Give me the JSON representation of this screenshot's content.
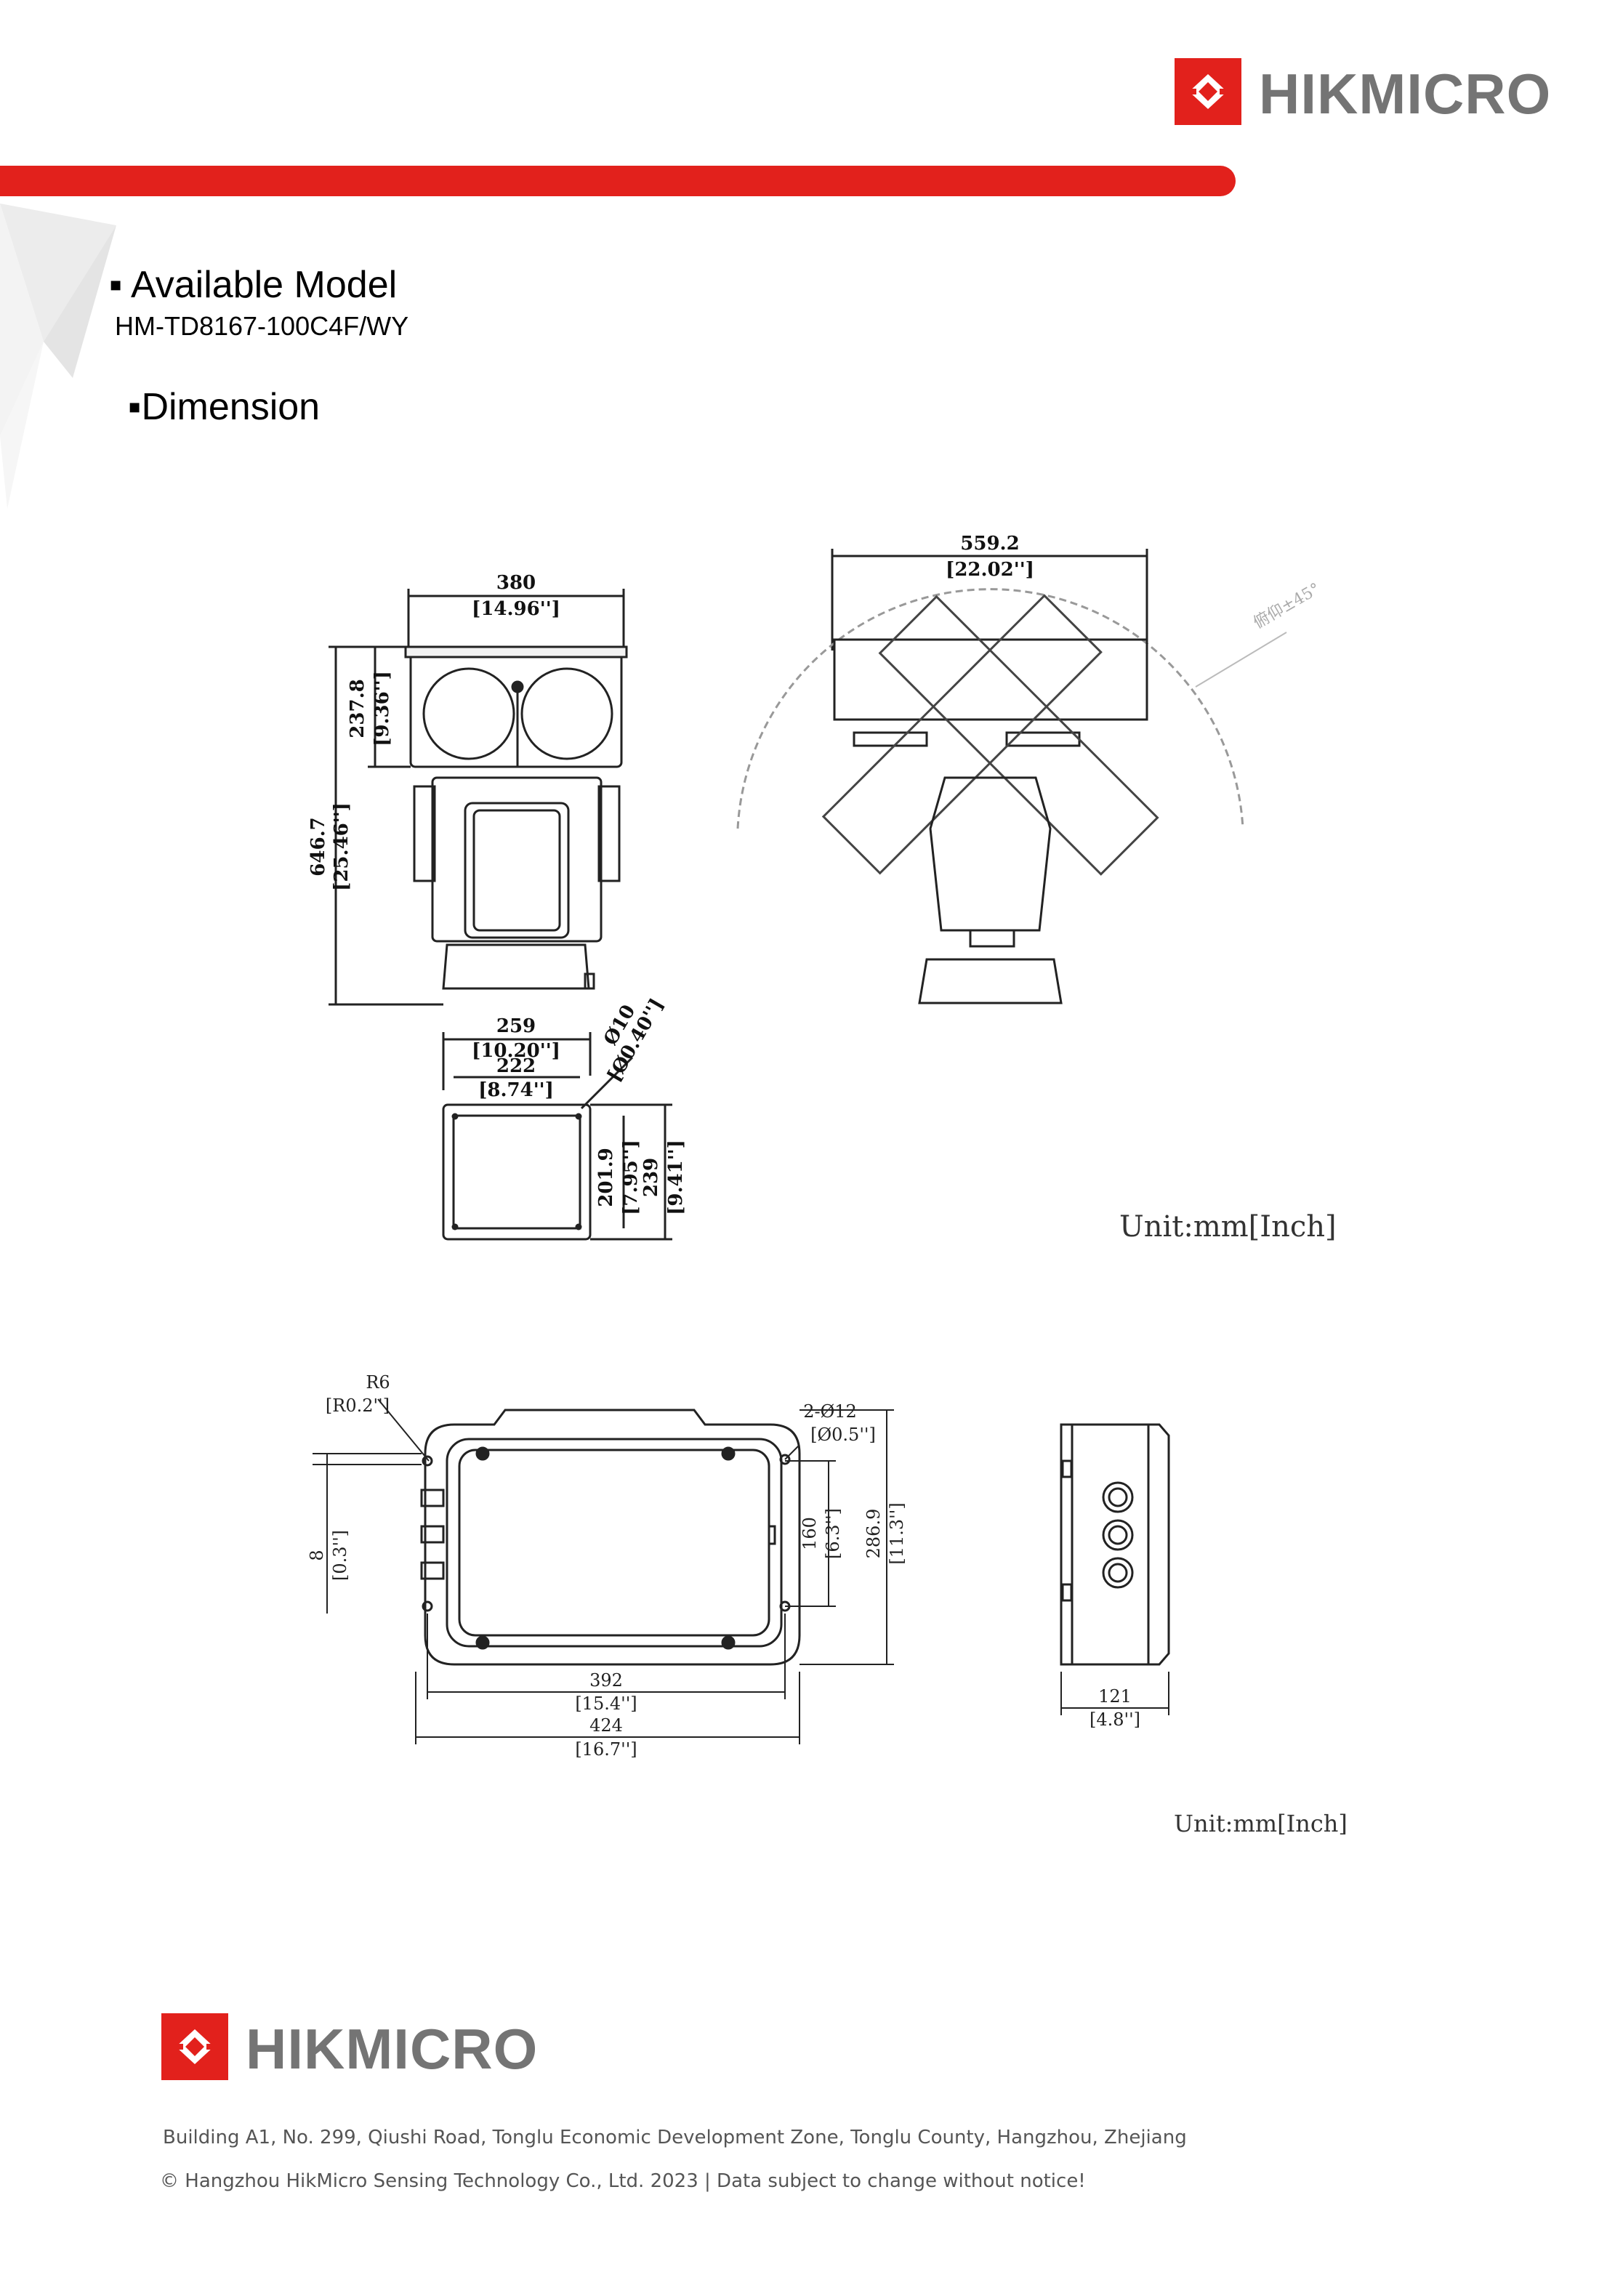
{
  "header": {
    "brand": "HIKMICRO",
    "accent_color": "#e2211c",
    "logo_text_color": "#747474"
  },
  "section": {
    "available_model_heading": "Available Model",
    "model_name": "HM-TD8167-100C4F/WY",
    "dimension_heading": "Dimension"
  },
  "drawing1": {
    "front_width": "380",
    "front_width_in": "[14.96'']",
    "housing_height": "237.8",
    "housing_height_in": "[9.36'']",
    "total_height": "646.7",
    "total_height_in": "[25.46'']",
    "side_width": "559.2",
    "side_width_in": "[22.02'']",
    "tilt_note": "俯仰±45°",
    "base_width": "259",
    "base_width_in": "[10.20'']",
    "base_hole_spacing": "222",
    "base_hole_spacing_in": "[8.74'']",
    "hole_dia": "Ø10",
    "hole_dia_in": "[Ø0.40'']",
    "base_depth_holes": "201.9",
    "base_depth_holes_in": "[7.95'']",
    "base_depth": "239",
    "base_depth_in": "[9.41'']",
    "unit": "Unit:mm[Inch]"
  },
  "drawing2": {
    "radius": "R6",
    "radius_in": "[R0.2'']",
    "mount_holes": "2-Ø12",
    "mount_holes_in": "[Ø0.5'']",
    "small_dim": "8",
    "small_dim_in": "[0.3'']",
    "hole_spacing_v": "160",
    "hole_spacing_v_in": "[6.3'']",
    "height": "286.9",
    "height_in": "[11.3'']",
    "hole_spacing_h": "392",
    "hole_spacing_h_in": "[15.4'']",
    "width": "424",
    "width_in": "[16.7'']",
    "depth": "121",
    "depth_in": "[4.8'']",
    "unit": "Unit:mm[Inch]"
  },
  "footer": {
    "brand": "HIKMICRO",
    "address": "Building A1, No. 299, Qiushi Road, Tonglu Economic Development Zone, Tonglu County, Hangzhou, Zhejiang",
    "copyright": "© Hangzhou HikMicro Sensing Technology Co., Ltd. 2023 | Data subject to change without notice!"
  }
}
